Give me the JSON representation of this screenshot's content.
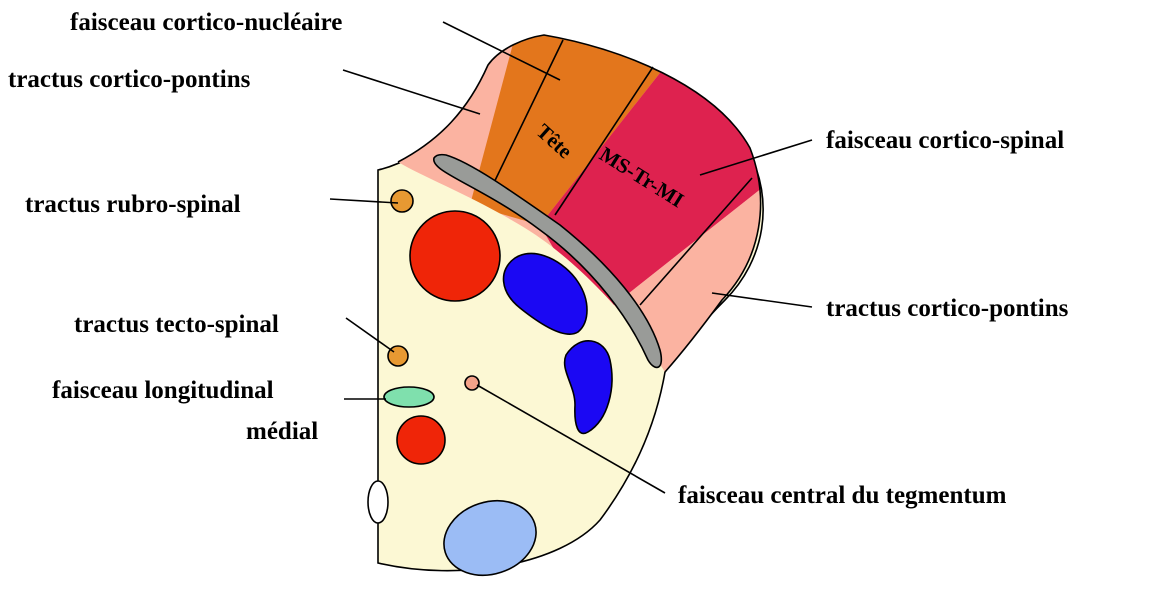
{
  "labels": {
    "cortico_nucleaire": "faisceau cortico-nucléaire",
    "cortico_pontins_top": "tractus cortico-pontins",
    "rubro_spinal": "tractus rubro-spinal",
    "tecto_spinal": "tractus tecto-spinal",
    "longitudinal_line1": "faisceau longitudinal",
    "longitudinal_line2": "médial",
    "cortico_spinal": "faisceau cortico-spinal",
    "cortico_pontins_right": "tractus cortico-pontins",
    "central_tegmentum": "faisceau central du tegmentum"
  },
  "regions": {
    "tete": "Tête",
    "ms_tr_mi": "MS-Tr-MI"
  },
  "colors": {
    "tegmentum": "#fcf8d4",
    "pontine_pink": "#fbb3a1",
    "corticonuclear_orange": "#e3761c",
    "corticospinal_crimson": "#de224f",
    "substantia_nigra_gray": "#999b98",
    "red_nucleus": "#ef2508",
    "blue_nuclei": "#1b08f3",
    "light_blue": "#9bbcf5",
    "mlf_green": "#7fe0ad",
    "small_orange": "#e79932",
    "small_salmon": "#f4a38a"
  }
}
